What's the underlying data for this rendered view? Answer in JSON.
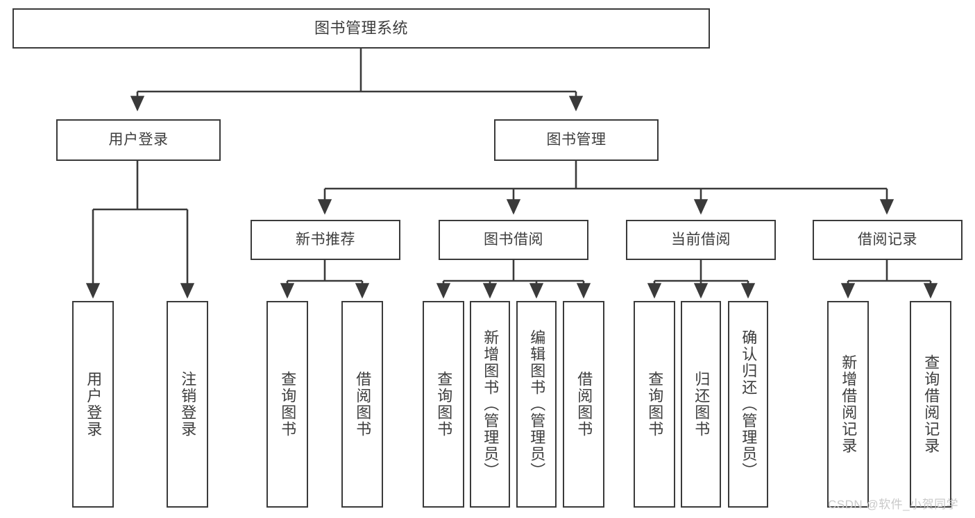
{
  "diagram": {
    "title": "图书管理系统",
    "type": "tree-hierarchy",
    "orientation": "top-down",
    "colors": {
      "stroke": "#3a3a3a",
      "text": "#3d3d3d",
      "background": "#ffffff",
      "watermark": "#c9c9c9"
    },
    "root": {
      "label": "图书管理系统"
    },
    "level1": [
      {
        "label": "用户登录"
      },
      {
        "label": "图书管理"
      }
    ],
    "level2": [
      {
        "label": "新书推荐"
      },
      {
        "label": "图书借阅"
      },
      {
        "label": "当前借阅"
      },
      {
        "label": "借阅记录"
      }
    ],
    "leaves": {
      "user_login": [
        {
          "label": "用户登录"
        },
        {
          "label": "注销登录"
        }
      ],
      "new_book_recommend": [
        {
          "label": "查询图书"
        },
        {
          "label": "借阅图书"
        }
      ],
      "book_borrow": [
        {
          "label": "查询图书"
        },
        {
          "label": "新增图书（管理员）"
        },
        {
          "label": "编辑图书（管理员）"
        },
        {
          "label": "借阅图书"
        }
      ],
      "current_borrow": [
        {
          "label": "查询图书"
        },
        {
          "label": "归还图书"
        },
        {
          "label": "确认归还（管理员）"
        }
      ],
      "borrow_record": [
        {
          "label": "新增借阅记录"
        },
        {
          "label": "查询借阅记录"
        }
      ]
    }
  },
  "watermark": {
    "text": "CSDN @软件_小贺同学"
  }
}
